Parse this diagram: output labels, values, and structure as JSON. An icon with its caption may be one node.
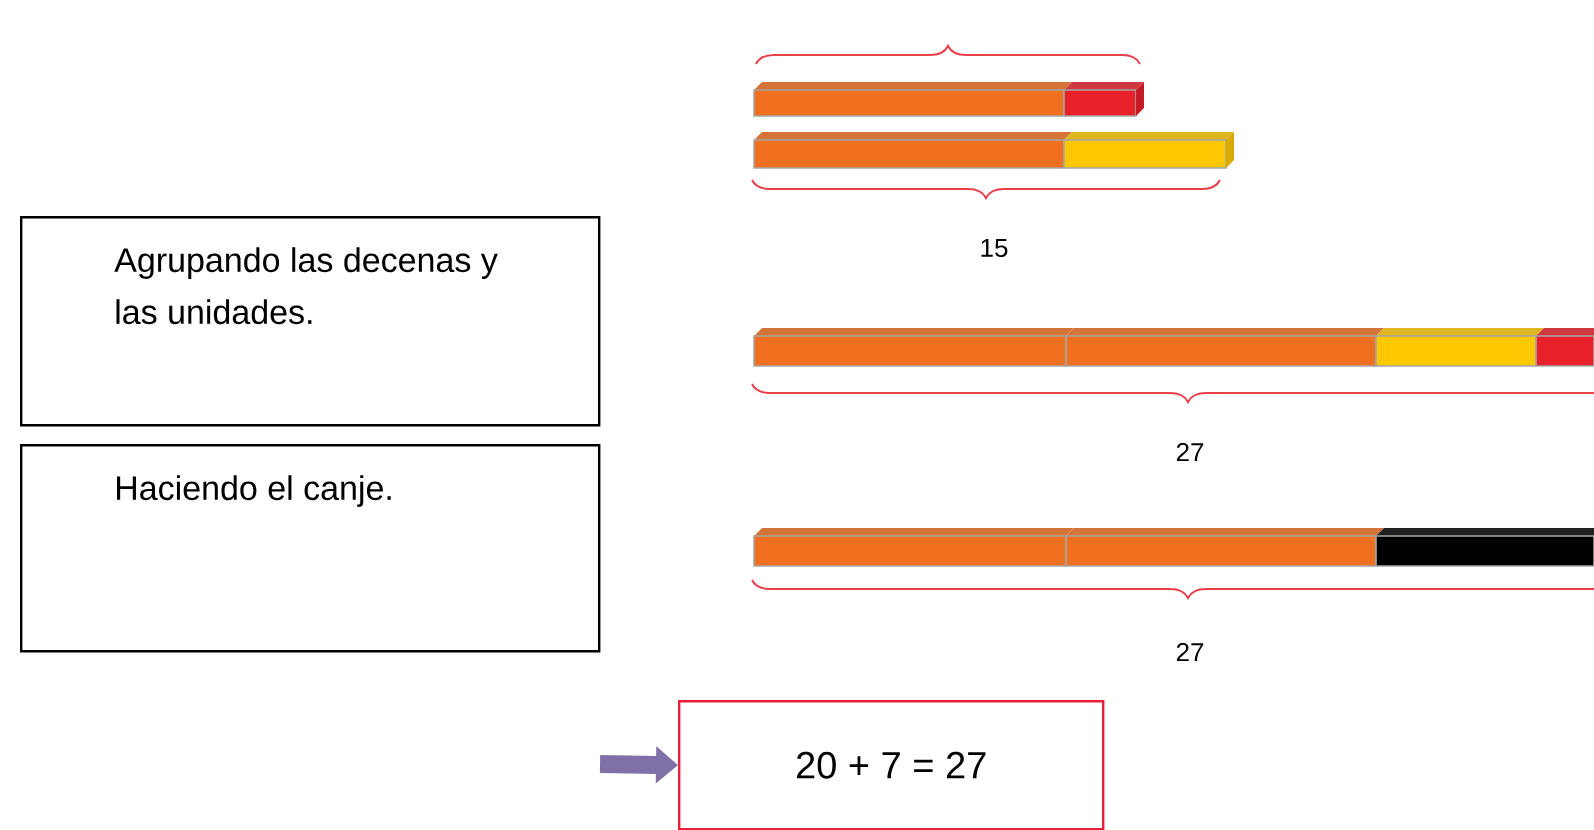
{
  "diagram": {
    "nodes": [
      {
        "text": [
          "Agrupando las decenas y las unidades."
        ]
      },
      {
        "text": [
          "Haciendo el canje."
        ]
      },
      {
        "text": [
          "20 + 7 = 27"
        ]
      }
    ],
    "edges": [
      {
        "from": null,
        "to": 2,
        "arrow": "to"
      }
    ],
    "labels": [
      "15",
      "27",
      "27"
    ]
  }
}
